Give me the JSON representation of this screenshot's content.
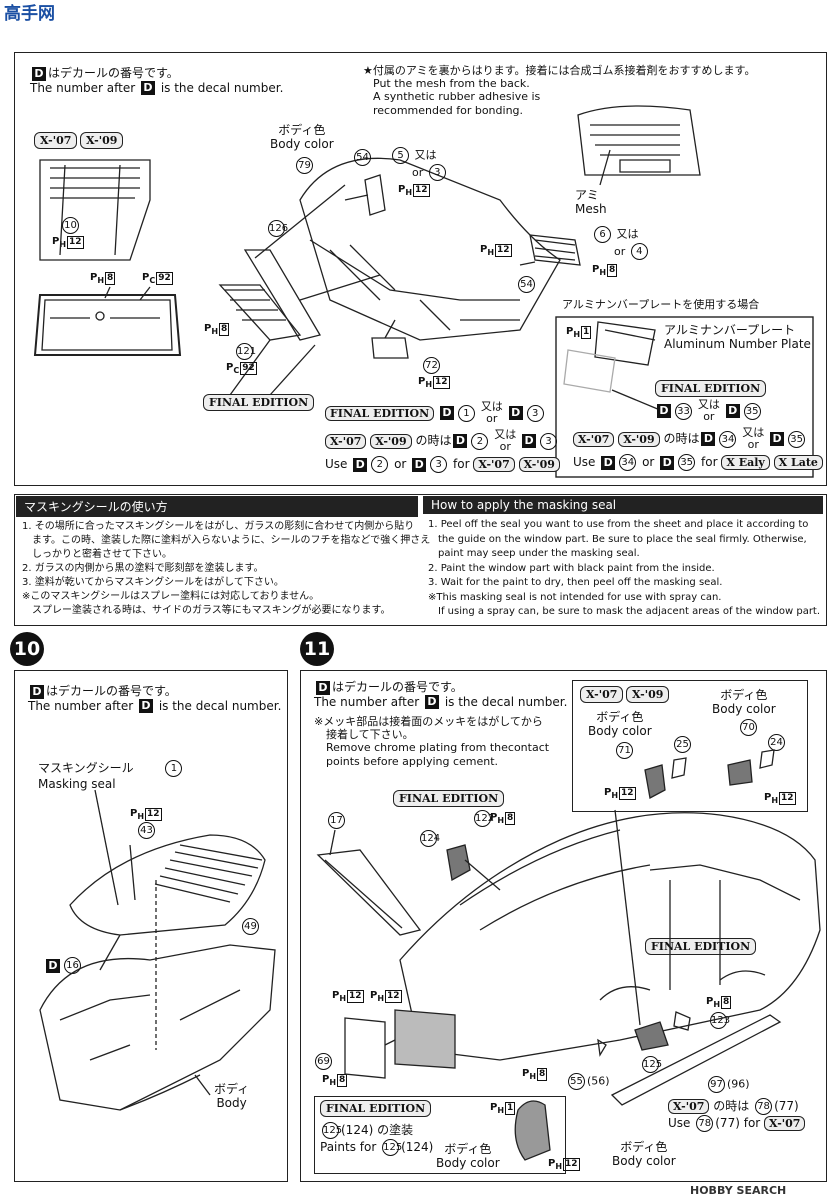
{
  "watermark": {
    "site": "高手网",
    "footer": "HOBBY SEARCH"
  },
  "decal_note": {
    "jp": "はデカールの番号です。",
    "en_pre": "The number after",
    "en_post": "is the decal number.",
    "d": "D"
  },
  "top": {
    "mesh_note": {
      "jp": "★付属のアミを裏からはります。接着には合成ゴム系接着剤をおすすめします。",
      "en1": "Put the mesh from the back.",
      "en2": "A synthetic rubber adhesive is",
      "en3": "recommended for bonding."
    },
    "body_color_jp": "ボディ色",
    "body_color_en": "Body color",
    "mesh_jp": "アミ",
    "mesh_en": "Mesh",
    "ami_jp": "アルミナンバープレートを使用する場合",
    "ami_plate_jp": "アルミナンバープレート",
    "ami_plate_en": "Aluminum Number Plate",
    "x07": "X-'07",
    "x09": "X-'09",
    "final": "FINAL EDITION",
    "or": "or",
    "mata": "又は",
    "toki": "の時は",
    "use": "Use",
    "for": "for",
    "x_ealy": "X Ealy",
    "x_late": "X Late",
    "parts": {
      "p79": "79",
      "p54": "54",
      "p5": "5",
      "p3": "3",
      "p10": "10",
      "p126": "126",
      "p121": "121",
      "p6": "6",
      "p4": "4",
      "p72": "72",
      "p54b": "54"
    },
    "d": {
      "d1": "1",
      "d2": "2",
      "d3": "3",
      "d33": "33",
      "d34": "34",
      "d35": "35"
    },
    "ph": {
      "h12": "12",
      "h8": "8",
      "c92": "92",
      "h1": "1"
    }
  },
  "masking": {
    "jp_title": "マスキングシールの使い方",
    "en_title": "How to apply the masking seal",
    "jp": [
      "1. その場所に合ったマスキングシールをはがし、ガラスの彫刻に合わせて内側から貼り",
      "ます。この時、塗装した際に塗料が入らないように、シールのフチを指などで強く押さえ",
      "しっかりと密着させて下さい。",
      "2. ガラスの内側から黒の塗料で彫刻部を塗装します。",
      "3. 塗料が乾いてからマスキングシールをはがして下さい。",
      "※このマスキングシールはスプレー塗料には対応しておりません。",
      "スプレー塗装される時は、サイドのガラス等にもマスキングが必要になります。"
    ],
    "en": [
      "1. Peel off the seal you want to use from the sheet and place it according to",
      "the guide on the window part. Be sure to place the seal firmly. Otherwise,",
      "paint may seep under the masking seal.",
      "2. Paint the window part with black paint from the inside.",
      "3. Wait for the paint to dry, then peel off the masking seal.",
      "※This masking seal is not intended for use with spray can.",
      "If using a spray can, be sure to mask the adjacent areas of the window part."
    ]
  },
  "step10": {
    "num": "10",
    "mask_jp": "マスキングシール",
    "mask_en": "Masking seal",
    "p1": "1",
    "p43": "43",
    "p49": "49",
    "d16": "16",
    "h12": "12",
    "body_jp": "ボディ",
    "body_en": "Body"
  },
  "step11": {
    "num": "11",
    "chrome_jp1": "※メッキ部品は接着面のメッキをはがしてから",
    "chrome_jp2": "接着して下さい。",
    "chrome_en1": "Remove chrome plating from thecontact",
    "chrome_en2": "points before applying cement.",
    "p17": "17",
    "p124": "124",
    "p122": "122",
    "p71": "71",
    "p25": "25",
    "p70": "70",
    "p24": "24",
    "p123": "123",
    "p125": "125",
    "p69": "69",
    "p55": "55",
    "p56": "(56)",
    "p97": "97",
    "p96": "(96)",
    "p78": "78",
    "p77": "(77)",
    "final_paint_jp": "の塗装",
    "paints_for": "Paints for",
    "p125b": "125",
    "p124b": "(124)",
    "x07": "X-'07"
  }
}
